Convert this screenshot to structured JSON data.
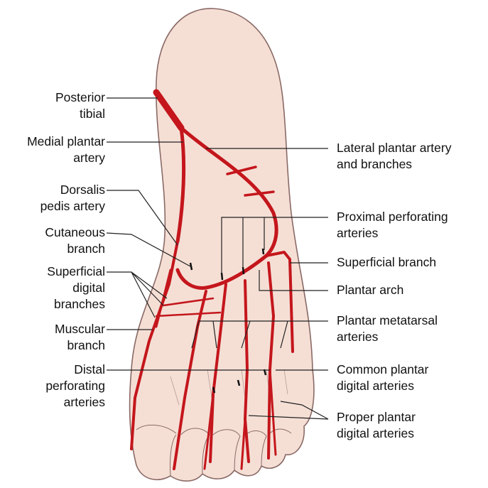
{
  "colors": {
    "skin": "#f5dfd5",
    "outline": "#8a6a66",
    "artery": "#c4161c",
    "leader": "#222222"
  },
  "labels_left": {
    "posterior_tibial": [
      "Posterior",
      "tibial"
    ],
    "medial_plantar": [
      "Medial plantar",
      "artery"
    ],
    "dorsalis_pedis": [
      "Dorsalis",
      "pedis artery"
    ],
    "cutaneous": [
      "Cutaneous",
      "branch"
    ],
    "superficial_digital": [
      "Superficial",
      "digital",
      "branches"
    ],
    "muscular": [
      "Muscular",
      "branch"
    ],
    "distal_perforating": [
      "Distal",
      "perforating",
      "arteries"
    ]
  },
  "labels_right": {
    "lateral_plantar": [
      "Lateral plantar artery",
      "and branches"
    ],
    "proximal_perforating": [
      "Proximal perforating",
      "arteries"
    ],
    "superficial_branch": [
      "Superficial branch"
    ],
    "plantar_arch": [
      "Plantar arch"
    ],
    "plantar_metatarsal": [
      "Plantar metatarsal",
      "arteries"
    ],
    "common_plantar_digital": [
      "Common plantar",
      "digital arteries"
    ],
    "proper_plantar_digital": [
      "Proper plantar",
      "digital arteries"
    ]
  }
}
